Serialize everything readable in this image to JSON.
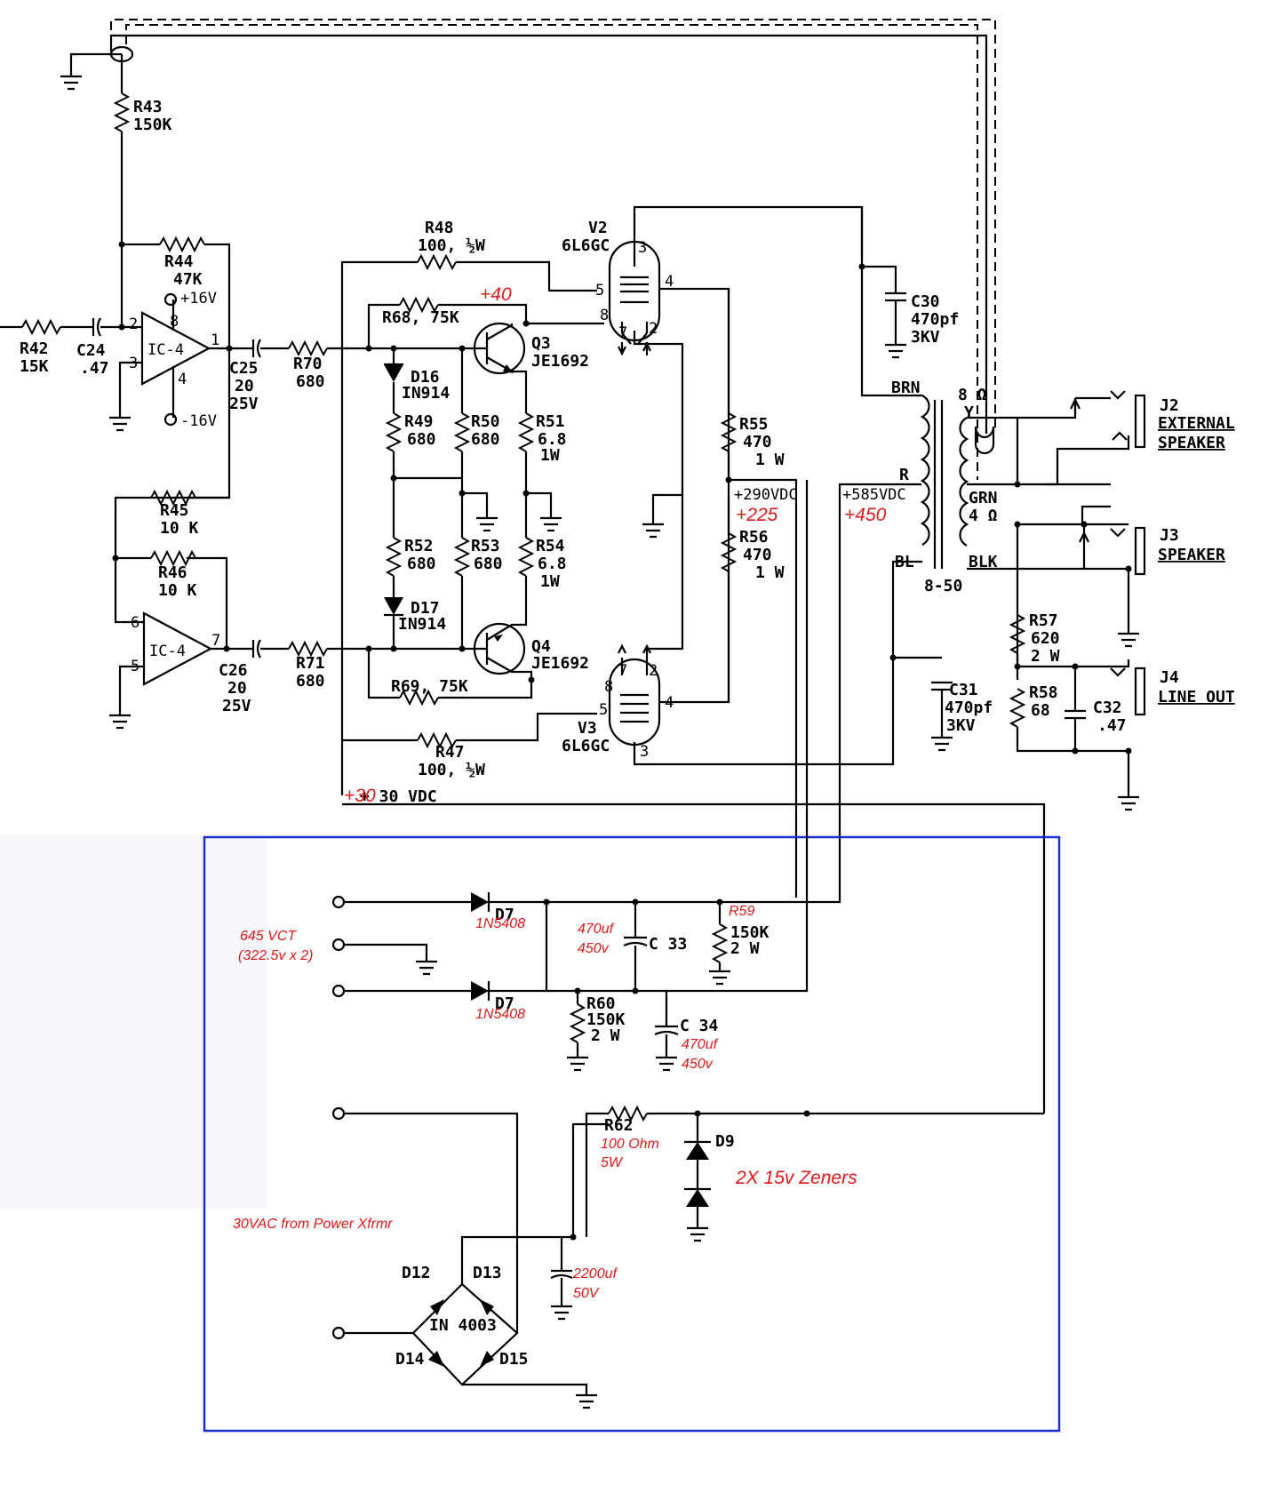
{
  "labels": {
    "r43": "R43",
    "r43v": "150K",
    "r44": "R44",
    "r44v": "47K",
    "plus16": "+16V",
    "minus16": "-16V",
    "r42": "R42",
    "r42v": "15K",
    "c24": "C24",
    "c24v": ".47",
    "ic4a": "IC-4",
    "ic4b": "IC-4",
    "pin2": "2",
    "pin3": "3",
    "pin8": "8",
    "pin4": "4",
    "pin1": "1",
    "pin6": "6",
    "pin5": "5",
    "pin7": "7",
    "c25": "C25",
    "c25v1": "20",
    "c25v2": "25V",
    "c26": "C26",
    "c26v1": "20",
    "c26v2": "25V",
    "r70": "R70",
    "r70v": "680",
    "r71": "R71",
    "r71v": "680",
    "r45": "R45",
    "r45v": "10 K",
    "r46": "R46",
    "r46v": "10 K",
    "r48": "R48",
    "r48v": "100, ½W",
    "r47": "R47",
    "r47v": "100, ½W",
    "r68": "R68, 75K",
    "r69": "R69, 75K",
    "d16": "D16",
    "d16v": "IN914",
    "d17": "D17",
    "d17v": "IN914",
    "r49": "R49",
    "r49v": "680",
    "r50": "R50",
    "r50v": "680",
    "r51": "R51",
    "r51v": "6.8",
    "r51w": "1W",
    "r52": "R52",
    "r52v": "680",
    "r53": "R53",
    "r53v": "680",
    "r54": "R54",
    "r54v": "6.8",
    "r54w": "1W",
    "q3": "Q3",
    "q3v": "JE1692",
    "q4": "Q4",
    "q4v": "JE1692",
    "v2": "V2",
    "v2v": "6L6GC",
    "v3": "V3",
    "v3v": "6L6GC",
    "r55": "R55",
    "r55v": "470",
    "r55w": "1 W",
    "r56": "R56",
    "r56v": "470",
    "r56w": "1 W",
    "v290": "+290VDC",
    "v585": "+585VDC",
    "c30": "C30",
    "c30v": "470pf",
    "c30k": "3KV",
    "c31": "C31",
    "c31v": "470pf",
    "c31k": "3KV",
    "brn": "BRN",
    "rr": "R",
    "bl": "BL",
    "blk": "BLK",
    "grn": "GRN",
    "ohm4": "4 Ω",
    "ohm8": "8 Ω",
    "yy": "Y",
    "t850": "8-50",
    "j2": "J2",
    "j2a": "EXTERNAL",
    "j2b": "SPEAKER",
    "j3": "J3",
    "j3a": "SPEAKER",
    "j4": "J4",
    "j4a": "LINE OUT",
    "r57": "R57",
    "r57v": "620",
    "r57w": "2 W",
    "r58": "R58",
    "r58v": "68",
    "c32": "C32",
    "c32v": ".47",
    "v30": "+ 30 VDC",
    "d7a": "D7",
    "d7b": "D7",
    "c33": "C 33",
    "c34": "C 34",
    "r59v": "150K",
    "r59w": "2 W",
    "r60": "R60",
    "r60v": "150K",
    "r60w": "2 W",
    "r62": "R62",
    "d9": "D9",
    "d12": "D12",
    "d13": "D13",
    "d14": "D14",
    "d15": "D15",
    "in4003": "IN 4003"
  },
  "annotations": {
    "p40": "+40",
    "p225": "+225",
    "p450": "+450",
    "p30": "+30",
    "vct": "645 VCT",
    "vct2": "(322.5v x 2)",
    "d7n1": "1N5408",
    "d7n2": "1N5408",
    "c33v": "470uf",
    "c33k": "450v",
    "c34v": "470uf",
    "c34k": "450v",
    "r59": "R59",
    "r62v": "100 Ohm",
    "r62w": "5W",
    "zener": "2X 15v Zeners",
    "vac30": "30VAC from Power Xfrmr",
    "c2200": "2200uf",
    "c2200v": "50V"
  },
  "colors": {
    "annotation": "#e01818",
    "box": "#1a2fd0",
    "wire": "#000000"
  }
}
